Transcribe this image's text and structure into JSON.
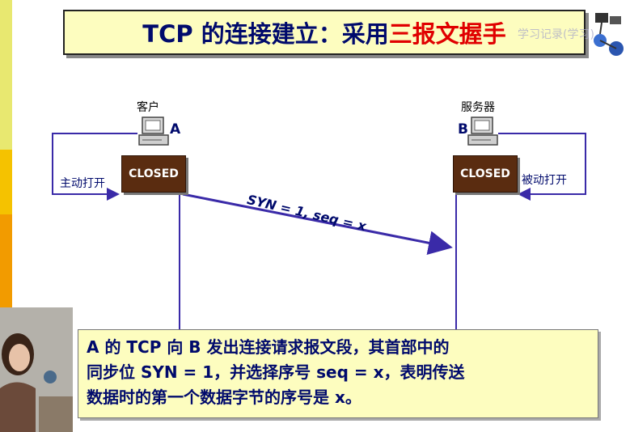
{
  "title": {
    "prefix": "TCP 的连接建立：采用",
    "highlight": "三报文握手"
  },
  "watermark": {
    "text": "学习记录(学习)"
  },
  "client": {
    "label": "客户",
    "letter": "A",
    "state": "CLOSED",
    "action": "主动打开"
  },
  "server": {
    "label": "服务器",
    "letter": "B",
    "state": "CLOSED",
    "action": "被动打开"
  },
  "segment": {
    "label": "SYN = 1, seq = x"
  },
  "explanation": {
    "lines": [
      "A 的 TCP 向 B 发出连接请求报文段，其首部中的",
      "同步位 SYN = 1，并选择序号 seq = x，表明传送",
      "数据时的第一个数据字节的序号是 x。"
    ]
  },
  "colors": {
    "title_bg": "#fdfdbf",
    "accent_red": "#e00000",
    "navy": "#000a6c",
    "state_box": "#5a2c10",
    "arrow": "#3a2aa8"
  },
  "icons": [
    "computer-icon",
    "network-logo-icon"
  ]
}
